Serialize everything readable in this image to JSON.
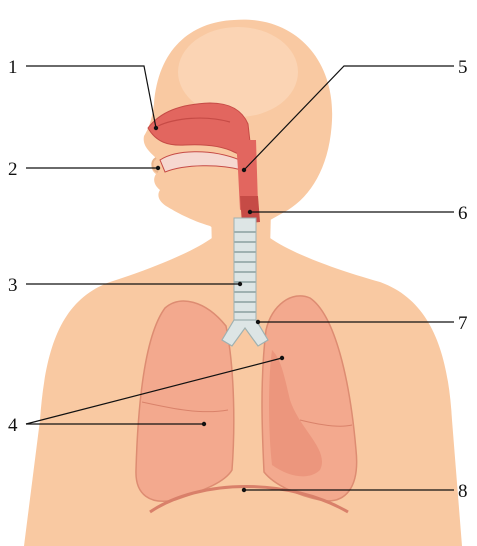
{
  "colors": {
    "background": "#ffffff",
    "skin": "#f9c9a2",
    "skin_light": "#fcdcc0",
    "skin_outline": "#e9b48c",
    "airway": "#e2665f",
    "airway_dark": "#c64b46",
    "mouth_light": "#f6d8d0",
    "trachea": "#dde5e5",
    "trachea_ring": "#9fb1b1",
    "lung": "#f3a48b",
    "lung_outline": "#d9826a",
    "diaphragm": "#d9806a",
    "leader_line": "#111111"
  },
  "labels": {
    "l1": "1",
    "l2": "2",
    "l3": "3",
    "l4": "4",
    "l5": "5",
    "l6": "6",
    "l7": "7",
    "l8": "8"
  }
}
